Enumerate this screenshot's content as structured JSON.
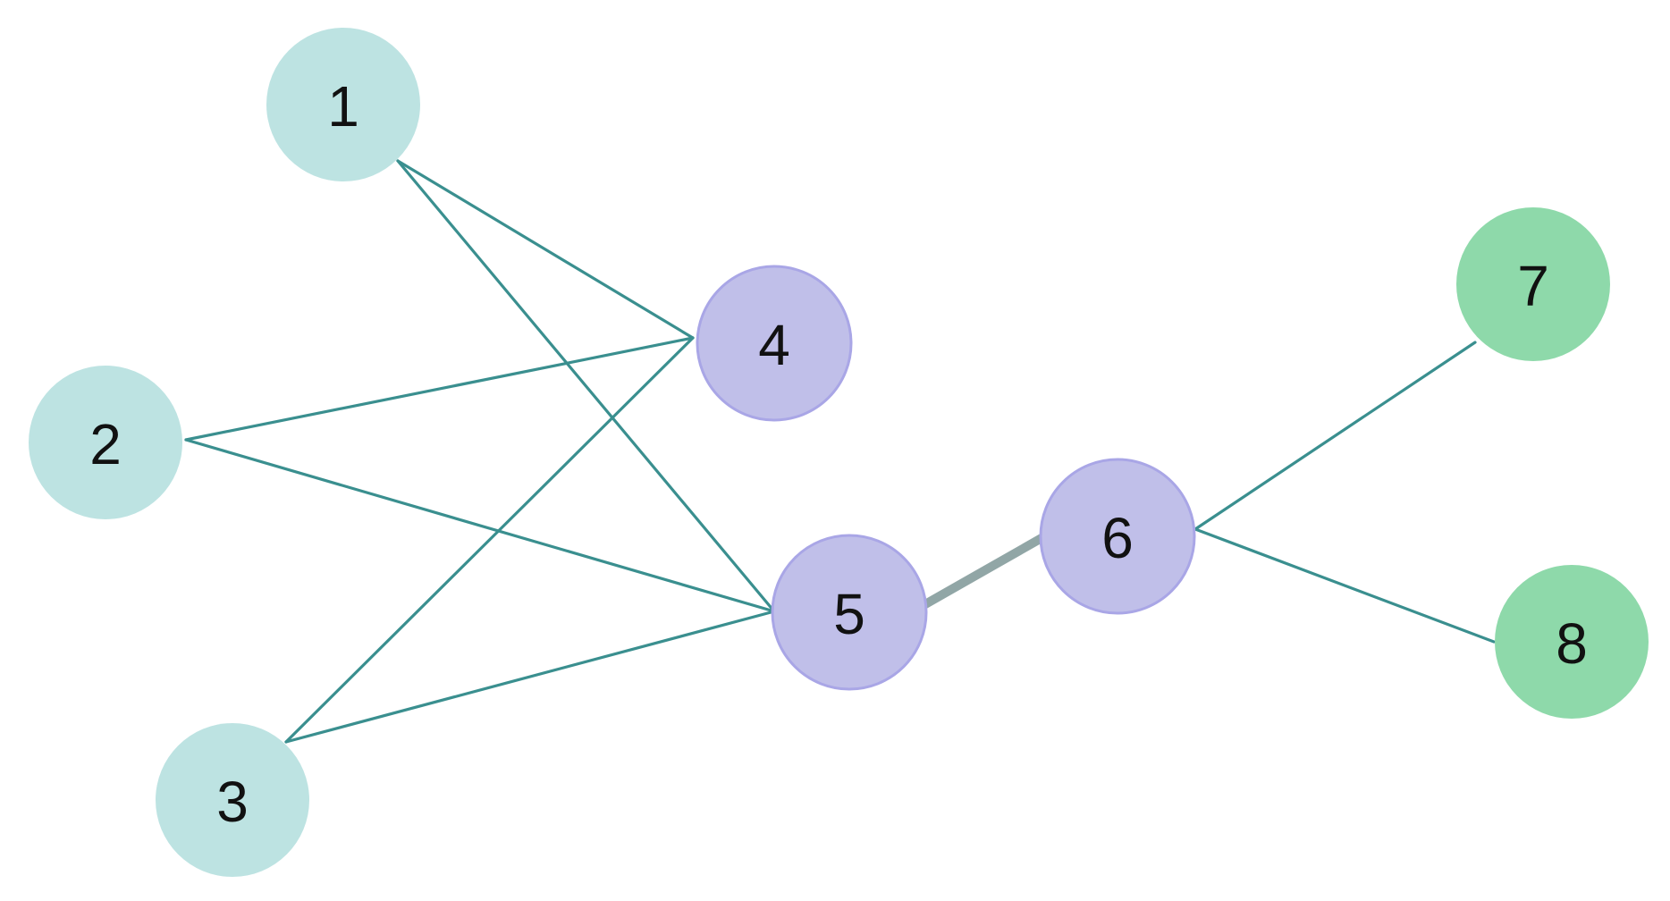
{
  "colors": {
    "group_a_fill": "#bde3e2",
    "group_b_fill": "#c0bfe9",
    "group_b_stroke": "#a9a6e6",
    "group_c_fill": "#8ed9aa",
    "edge": "#3a8f8f",
    "bridge_edge": "#91a6a6",
    "label": "#111111"
  },
  "nodes": [
    {
      "id": "1",
      "label": "1",
      "group": "a"
    },
    {
      "id": "2",
      "label": "2",
      "group": "a"
    },
    {
      "id": "3",
      "label": "3",
      "group": "a"
    },
    {
      "id": "4",
      "label": "4",
      "group": "b"
    },
    {
      "id": "5",
      "label": "5",
      "group": "b"
    },
    {
      "id": "6",
      "label": "6",
      "group": "b"
    },
    {
      "id": "7",
      "label": "7",
      "group": "c"
    },
    {
      "id": "8",
      "label": "8",
      "group": "c"
    }
  ],
  "edges": [
    {
      "from": "1",
      "to": "4",
      "weight": "normal"
    },
    {
      "from": "1",
      "to": "5",
      "weight": "normal"
    },
    {
      "from": "2",
      "to": "4",
      "weight": "normal"
    },
    {
      "from": "2",
      "to": "5",
      "weight": "normal"
    },
    {
      "from": "3",
      "to": "4",
      "weight": "normal"
    },
    {
      "from": "3",
      "to": "5",
      "weight": "normal"
    },
    {
      "from": "5",
      "to": "6",
      "weight": "heavy"
    },
    {
      "from": "6",
      "to": "7",
      "weight": "normal"
    },
    {
      "from": "6",
      "to": "8",
      "weight": "normal"
    }
  ]
}
